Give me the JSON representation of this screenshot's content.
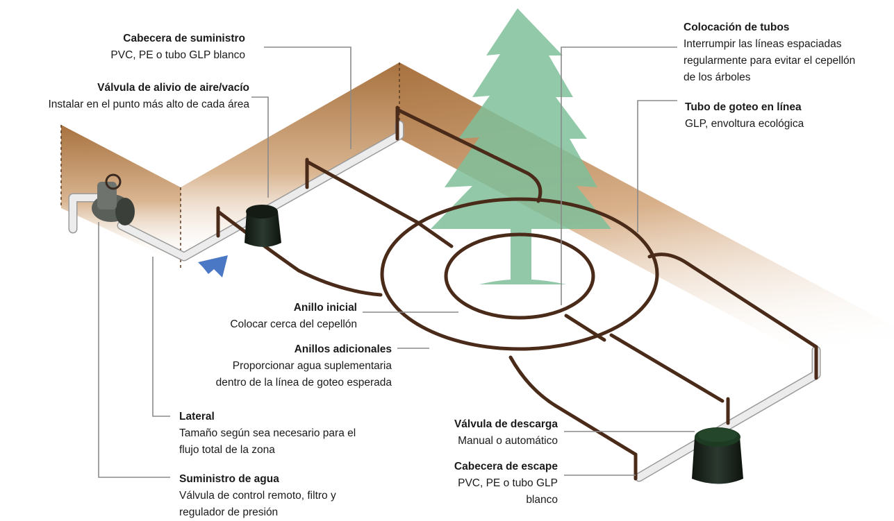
{
  "labels": {
    "supply_header": {
      "title": "Cabecera de suministro",
      "desc": "PVC, PE o tubo GLP blanco"
    },
    "air_relief": {
      "title": "Válvula de alivio de aire/vacío",
      "desc": "Instalar en el punto más alto de cada área"
    },
    "tube_placement": {
      "title": "Colocación de tubos",
      "desc_1": "Interrumpir las líneas espaciadas",
      "desc_2": "regularmente para evitar el cepellón",
      "desc_3": "de los árboles"
    },
    "inline_drip": {
      "title": "Tubo de goteo en línea",
      "desc": "GLP, envoltura ecológica"
    },
    "initial_ring": {
      "title": "Anillo inicial",
      "desc": "Colocar cerca del cepellón"
    },
    "additional_rings": {
      "title": "Anillos adicionales",
      "desc_1": "Proporcionar agua suplementaria",
      "desc_2": "dentro de la línea de goteo esperada"
    },
    "lateral": {
      "title": "Lateral",
      "desc_1": "Tamaño según sea necesario para el",
      "desc_2": "flujo total de la zona"
    },
    "water_supply": {
      "title": "Suministro de agua",
      "desc_1": "Válvula de control remoto, filtro y",
      "desc_2": "regulador de presión"
    },
    "flush_valve": {
      "title": "Válvula de descarga",
      "desc": "Manual o automático"
    },
    "exhaust_header": {
      "title": "Cabecera de escape",
      "desc_1": "PVC, PE o tubo GLP",
      "desc_2": "blanco"
    }
  },
  "colors": {
    "soil": "#b07a45",
    "drip_tube": "#4a2a18",
    "pvc_pipe": "#e6e6e6",
    "tree": "#7fbf9a",
    "valve_box": "#1e2a22",
    "flow_arrow": "#4a78c4",
    "leader_line": "#8a8a8a"
  }
}
